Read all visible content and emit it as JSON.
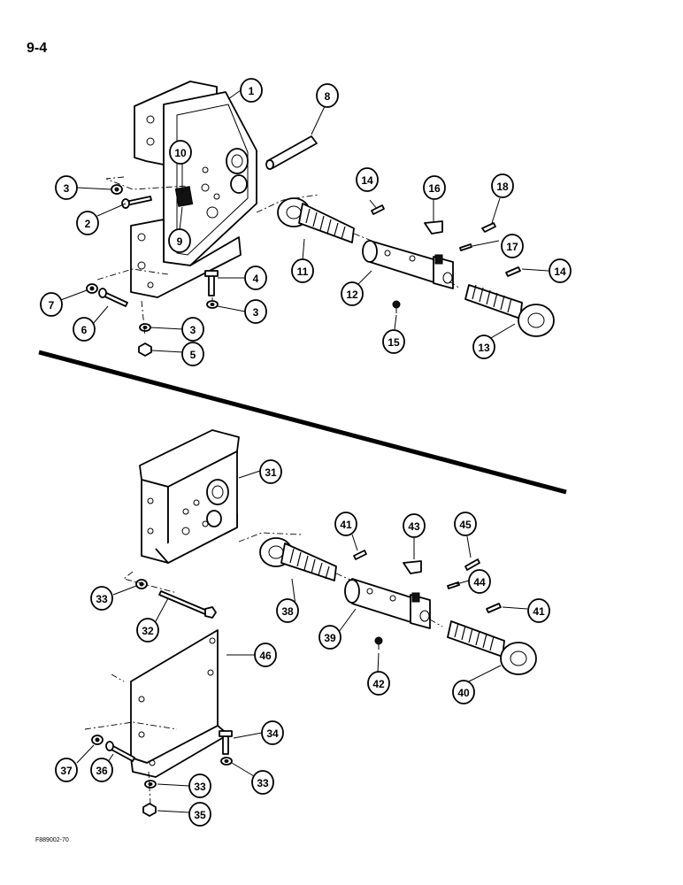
{
  "page_number": "9-4",
  "figure_code": "F889002-70",
  "callouts": {
    "c1": "1",
    "c2": "2",
    "c3a": "3",
    "c3b": "3",
    "c3c": "3",
    "c4": "4",
    "c5": "5",
    "c6": "6",
    "c7": "7",
    "c8": "8",
    "c9": "9",
    "c10": "10",
    "c11": "11",
    "c12": "12",
    "c13": "13",
    "c14a": "14",
    "c14b": "14",
    "c15": "15",
    "c16": "16",
    "c17": "17",
    "c18": "18",
    "c31": "31",
    "c32": "32",
    "c33a": "33",
    "c33b": "33",
    "c33c": "33",
    "c34": "34",
    "c35": "35",
    "c36": "36",
    "c37": "37",
    "c38": "38",
    "c39": "39",
    "c40": "40",
    "c41a": "41",
    "c41b": "41",
    "c42": "42",
    "c43": "43",
    "c44": "44",
    "c45": "45",
    "c46": "46"
  }
}
